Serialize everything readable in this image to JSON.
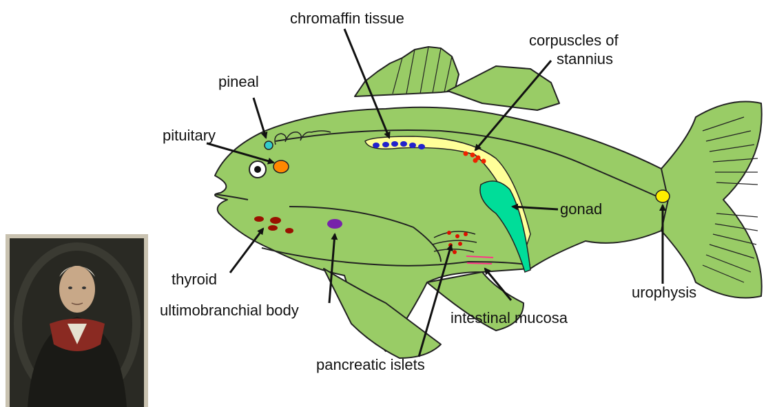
{
  "labels": {
    "chromaffin": "chromaffin tissue",
    "corpuscles_line1": "corpuscles of",
    "corpuscles_line2": "stannius",
    "pineal": "pineal",
    "pituitary": "pituitary",
    "gonad": "gonad",
    "thyroid": "thyroid",
    "ultimobranchial": "ultimobranchial body",
    "intestinal": "intestinal mucosa",
    "urophysis": "urophysis",
    "pancreatic": "pancreatic islets"
  },
  "colors": {
    "fish_body": "#99cc66",
    "outline": "#222222",
    "chromaffin_band": "#ffff99",
    "chromaffin_dots": "#2222cc",
    "corpuscle_dots": "#ee2200",
    "pineal": "#33cccc",
    "pituitary": "#ff8800",
    "gonad": "#00dd99",
    "urophysis": "#ffee00",
    "thyroid": "#991100",
    "ultimobranchial": "#7722aa",
    "intestinal": "#ff3388",
    "pancreatic": "#dd1100"
  },
  "portrait": {
    "description_icon": "portrait-icon"
  }
}
